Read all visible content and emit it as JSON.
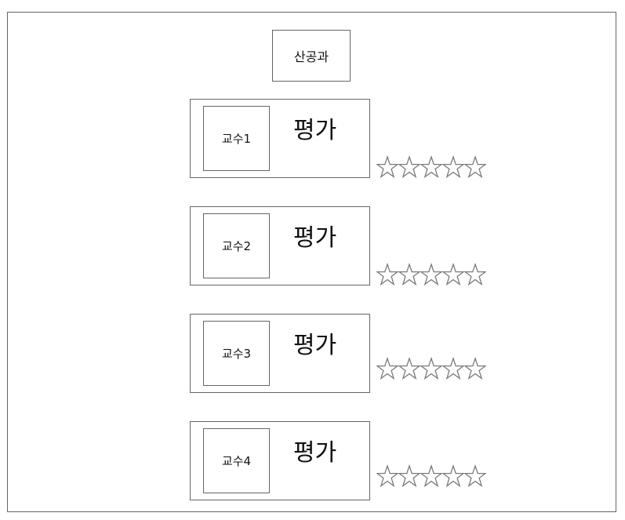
{
  "department": {
    "label": "산공과"
  },
  "professors": [
    {
      "name": "교수1",
      "action_label": "평가",
      "rating": 0,
      "max_rating": 5
    },
    {
      "name": "교수2",
      "action_label": "평가",
      "rating": 0,
      "max_rating": 5
    },
    {
      "name": "교수3",
      "action_label": "평가",
      "rating": 0,
      "max_rating": 5
    },
    {
      "name": "교수4",
      "action_label": "평가",
      "rating": 0,
      "max_rating": 5
    }
  ],
  "icons": {
    "rating_star": "star-outline-icon"
  },
  "colors": {
    "border": "#666666",
    "star_outline": "#7a7a7a",
    "text": "#111111"
  }
}
